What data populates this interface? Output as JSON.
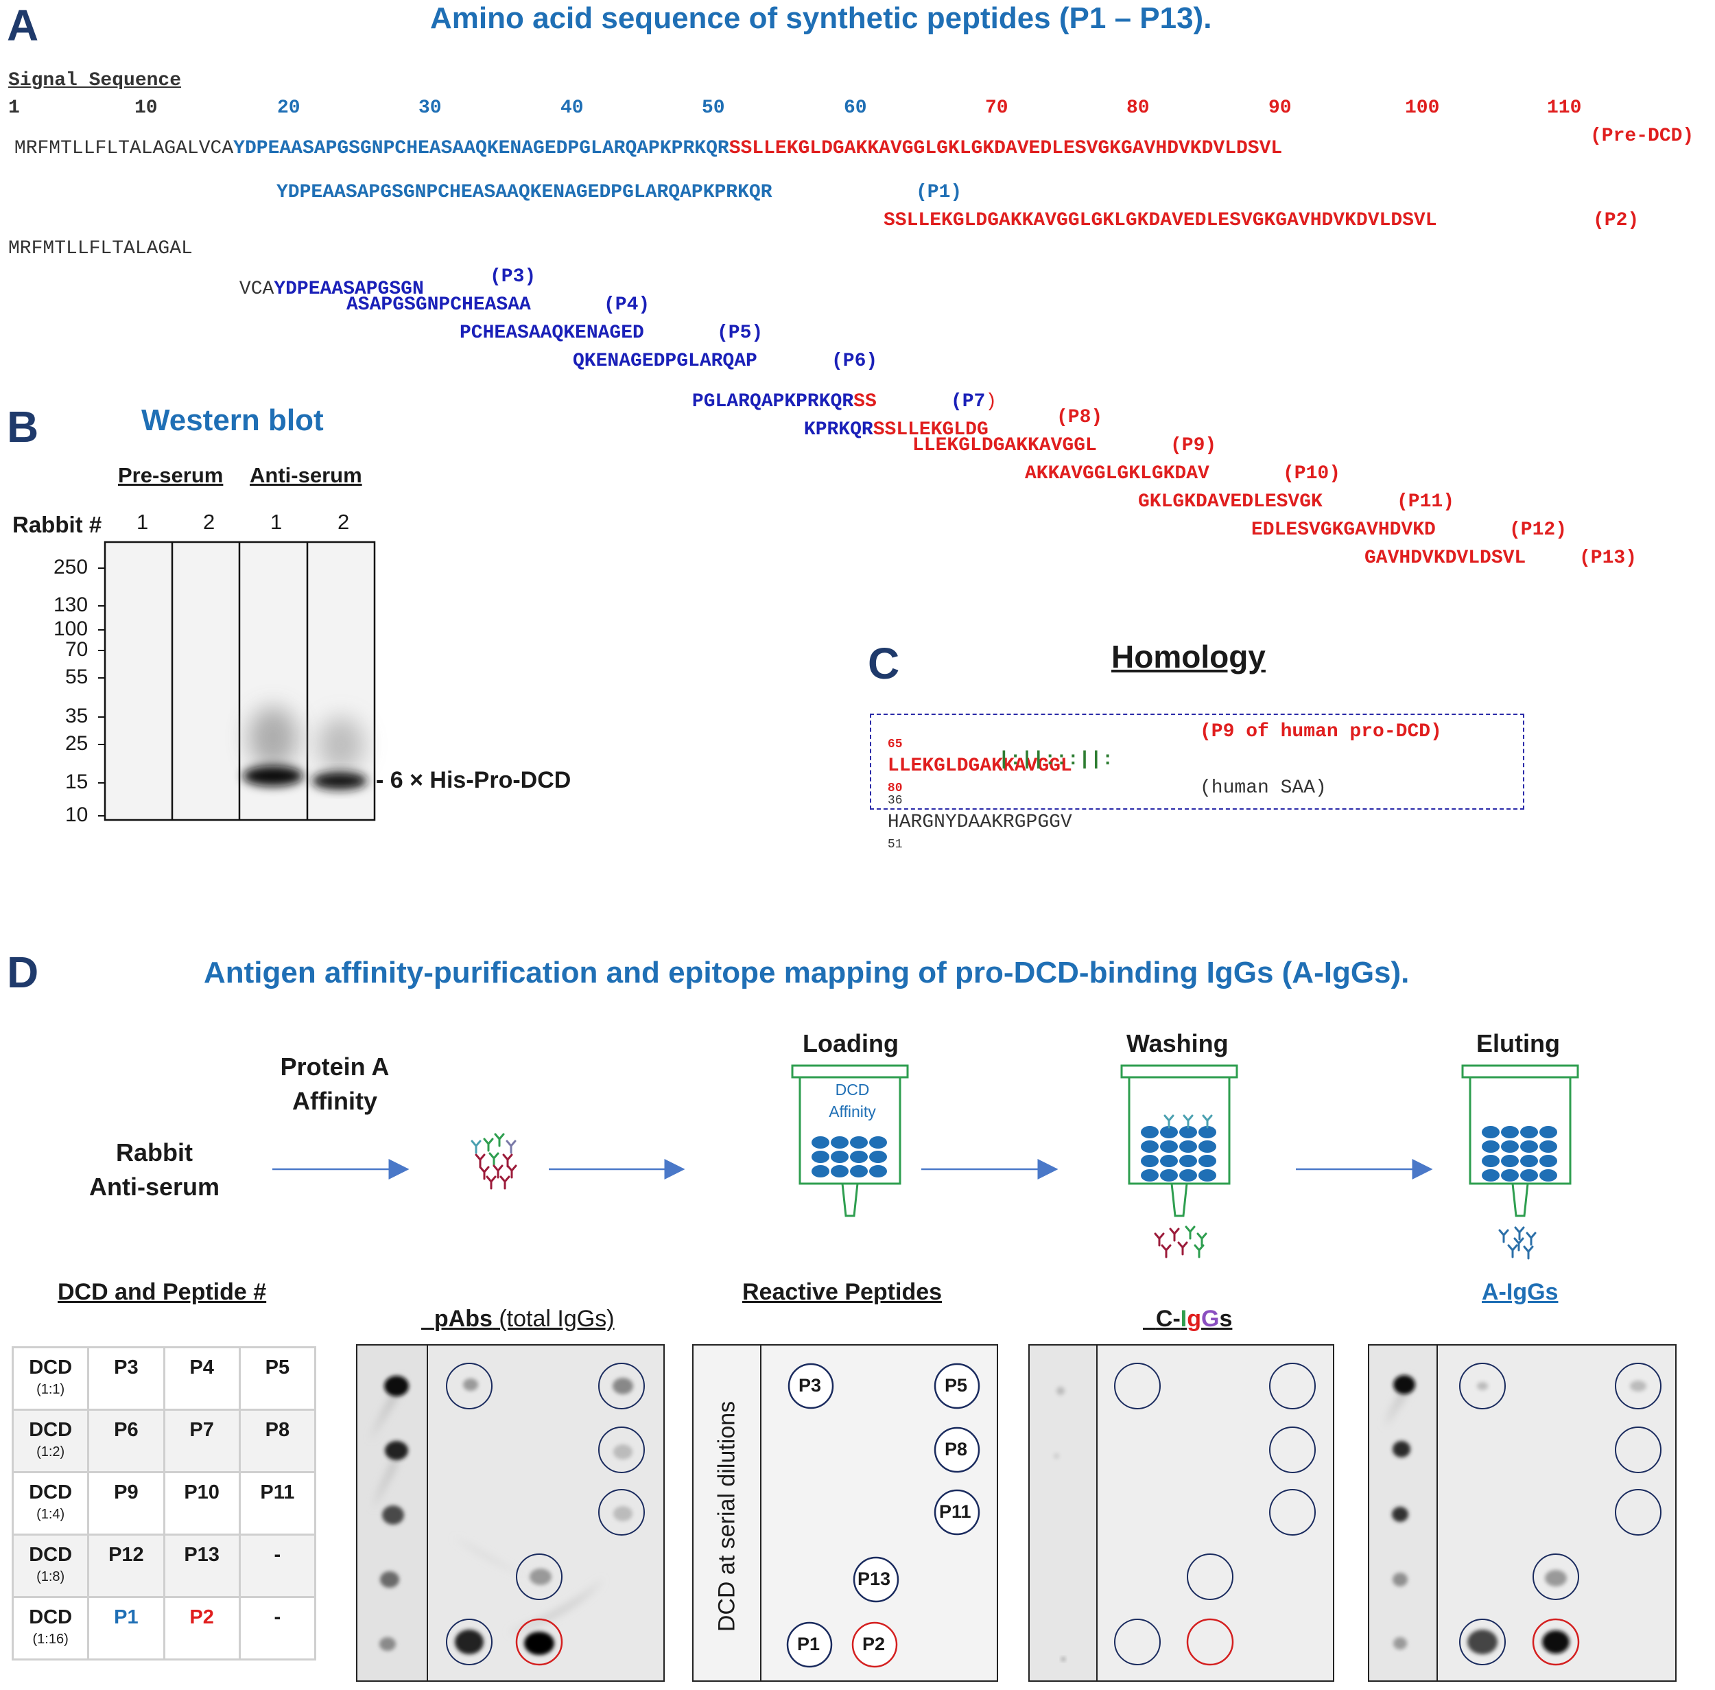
{
  "panel_a": {
    "letter": "A",
    "title": "Amino acid sequence of synthetic peptides (P1 – P13).",
    "signal_label": "Signal Sequence",
    "numbers": [
      "1",
      "10",
      "20",
      "30",
      "40",
      "50",
      "60",
      "70",
      "80",
      "90",
      "100",
      "110"
    ],
    "predcd_signal": "MRFMTLLFLTALAGALVCA",
    "predcd_pro": "YDPEAASAPGSGNPCHEASAAQKENAGEDPGLARQAPKPRKQR",
    "predcd_mature": "SSLLEKGLDGAKKAVGGLGKLGKDAVEDLESVGKGAVHDVKDVLDSVL",
    "predcd_label": "(Pre-DCD)",
    "p1": {
      "seq": "YDPEAASAPGSGNPCHEASAAQKENAGEDPGLARQAPKPRKQR",
      "label": "(P1)"
    },
    "p2": {
      "seq": "SSLLEKGLDGAKKAVGGLGKLGKDAVEDLESVGKGAVHDVKDVLDSVL",
      "label": "(P2)"
    },
    "signal_line": "MRFMTLLFLTALAGAL",
    "p3": {
      "pre": "VCA",
      "seq": "YDPEAASAPGSGN",
      "label": "(P3)"
    },
    "p4": {
      "seq": "ASAPGSGNPCHEASAA",
      "label": "(P4)"
    },
    "p5": {
      "seq": "PCHEASAAQKENAGED",
      "label": "(P5)"
    },
    "p6": {
      "seq": "QKENAGEDPGLARQAP",
      "label": "(P6)"
    },
    "p7": {
      "seq_blue": "PGLARQAPKPRKQR",
      "seq_red": "SS",
      "label": "(P7",
      "label_end": ")"
    },
    "p8": {
      "seq_blue": "KPRKQR",
      "seq_red": "SSLLEKGLDG",
      "label": "(P8)"
    },
    "p9": {
      "seq": "LLEKGLDGAKKAVGGL",
      "label": "(P9)"
    },
    "p10": {
      "seq": "AKKAVGGLGKLGKDAV",
      "label": "(P10)"
    },
    "p11": {
      "seq": "GKLGKDAVEDLESVGK",
      "label": "(P11)"
    },
    "p12": {
      "seq": "EDLESVGKGAVHDVKD",
      "label": "(P12)"
    },
    "p13": {
      "seq": "GAVHDVKDVLDSVL",
      "label": "(P13)"
    }
  },
  "panel_b": {
    "letter": "B",
    "title": "Western blot",
    "group_pre": "Pre-serum",
    "group_anti": "Anti-serum",
    "rabbit_label": "Rabbit #",
    "lanes": [
      "1",
      "2",
      "1",
      "2"
    ],
    "mw_markers": [
      "250",
      "130",
      "100",
      "70",
      "55",
      "35",
      "25",
      "15",
      "10"
    ],
    "band_label": "- 6 × His-Pro-DCD"
  },
  "panel_c": {
    "letter": "C",
    "title": "Homology",
    "top_start": "65",
    "top_seq": "LLEKGLDGAKKAVGGL",
    "top_end": "80",
    "top_label": "(P9 of human pro-DCD)",
    "match": "|:||:::||:",
    "bottom_start": "36",
    "bottom_seq": "HARGNYDAAKRGPGGV",
    "bottom_end": "51",
    "bottom_label": "(human SAA)"
  },
  "panel_d": {
    "letter": "D",
    "title": "Antigen affinity-purification and epitope mapping of pro-DCD-binding IgGs (A-IgGs).",
    "rabbit_line1": "Rabbit",
    "rabbit_line2": "Anti-serum",
    "protein_a_line1": "Protein A",
    "protein_a_line2": "Affinity",
    "loading": "Loading",
    "washing": "Washing",
    "eluting": "Eluting",
    "dcd_affinity_1": "DCD",
    "dcd_affinity_2": "Affinity",
    "headers": {
      "grid": "DCD and Peptide #",
      "pabs_bold": "pAbs",
      "pabs_rest": " (total IgGs)",
      "reactive": "Reactive Peptides",
      "cigg_c": "C-",
      "cigg_i": "I",
      "cigg_g1": "g",
      "cigg_g2": "G",
      "cigg_s": "s",
      "aiggs": "A-IgGs"
    },
    "grid_rows": [
      {
        "dcd": "DCD",
        "dil": "(1:1)",
        "a": "P3",
        "b": "P4",
        "c": "P5"
      },
      {
        "dcd": "DCD",
        "dil": "(1:2)",
        "a": "P6",
        "b": "P7",
        "c": "P8"
      },
      {
        "dcd": "DCD",
        "dil": "(1:4)",
        "a": "P9",
        "b": "P10",
        "c": "P11"
      },
      {
        "dcd": "DCD",
        "dil": "(1:8)",
        "a": "P12",
        "b": "P13",
        "c": "-"
      },
      {
        "dcd": "DCD",
        "dil": "(1:16)",
        "a": "P1",
        "b": "P2",
        "c": "-"
      }
    ],
    "reactive_side_label": "DCD at serial dilutions",
    "reactive_peptides": [
      "P3",
      "P5",
      "P8",
      "P11",
      "P13",
      "P1",
      "P2"
    ],
    "colors": {
      "blue": "#1f6fb5",
      "red": "#e01e1e",
      "green": "#2e9e4f",
      "navy": "#1a2b5e"
    }
  }
}
